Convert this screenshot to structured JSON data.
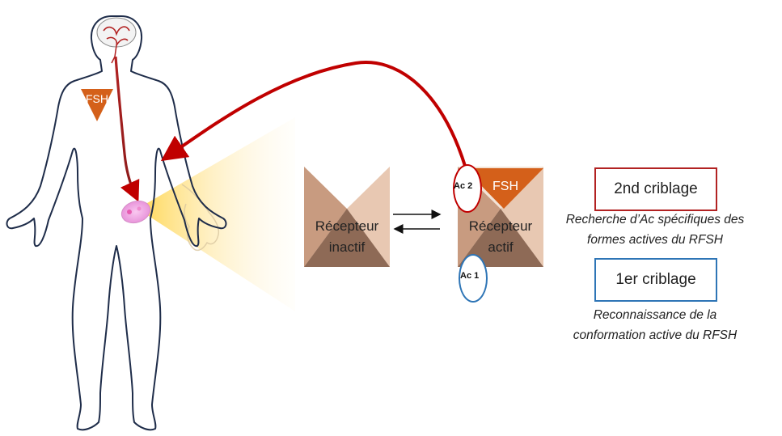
{
  "body_figure": {
    "fsh_label": "FSH"
  },
  "receptor_inactive": {
    "line1": "Récepteur",
    "line2": "inactif"
  },
  "receptor_active": {
    "line1": "Récepteur",
    "line2": "actif",
    "fsh_label": "FSH",
    "ac2_label": "Ac 2",
    "ac1_label": "Ac 1"
  },
  "screening_2": {
    "label": "2nd criblage",
    "caption_line1": "Recherche d’Ac spécifiques des",
    "caption_line2": "formes actives du RFSH",
    "border_color": "#b22222"
  },
  "screening_1": {
    "label": "1er criblage",
    "caption_line1": "Reconnaissance de la",
    "caption_line2": "conformation active du RFSH",
    "border_color": "#2e75b6"
  },
  "colors": {
    "fsh_orange": "#d4601a",
    "arrow_red": "#c00000",
    "body_outline": "#1f2d4a"
  }
}
